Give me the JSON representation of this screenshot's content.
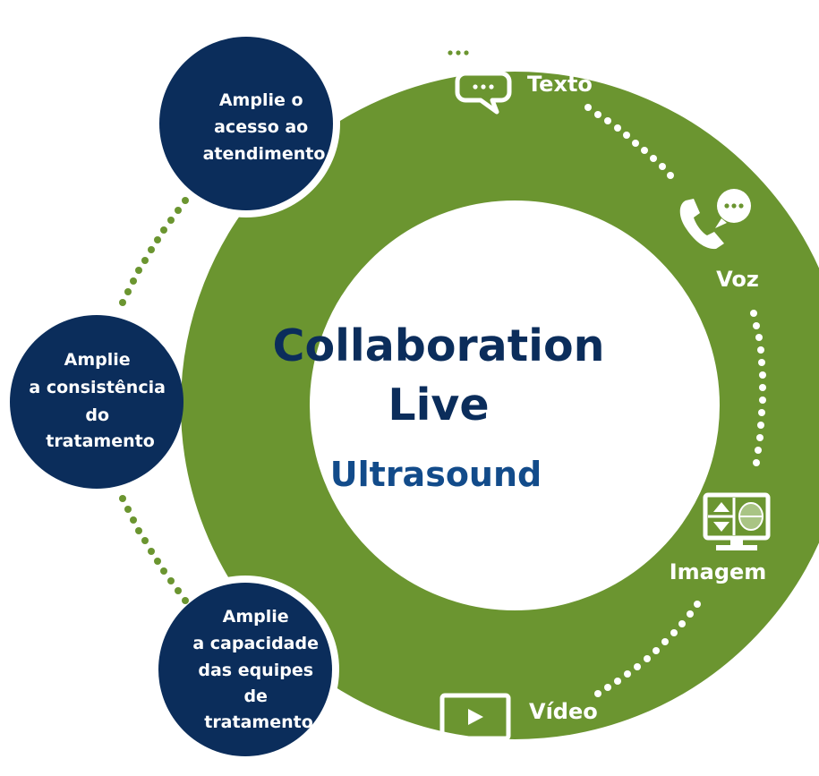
{
  "center": {
    "title_line1": "Collaboration",
    "title_line2": "Live",
    "subtitle": "Ultrasound"
  },
  "channels": [
    {
      "label": "Texto",
      "icon": "chat-bubbles-icon"
    },
    {
      "label": "Voz",
      "icon": "phone-chat-icon"
    },
    {
      "label": "Imagem",
      "icon": "monitor-image-icon"
    },
    {
      "label": "Vídeo",
      "icon": "video-play-icon"
    }
  ],
  "benefits": [
    {
      "lines": [
        "Amplie o",
        "acesso ao",
        "atendimento"
      ]
    },
    {
      "lines": [
        "Amplie",
        "a consistência",
        "do",
        "tratamento"
      ]
    },
    {
      "lines": [
        "Amplie",
        "a capacidade",
        "das equipes",
        "de",
        "tratamento"
      ]
    }
  ],
  "colors": {
    "green_ring": "#6b9530",
    "navy": "#0b2d5b",
    "title_navy": "#0b2d5b",
    "subtitle_blue": "#124b8a",
    "white": "#ffffff"
  }
}
